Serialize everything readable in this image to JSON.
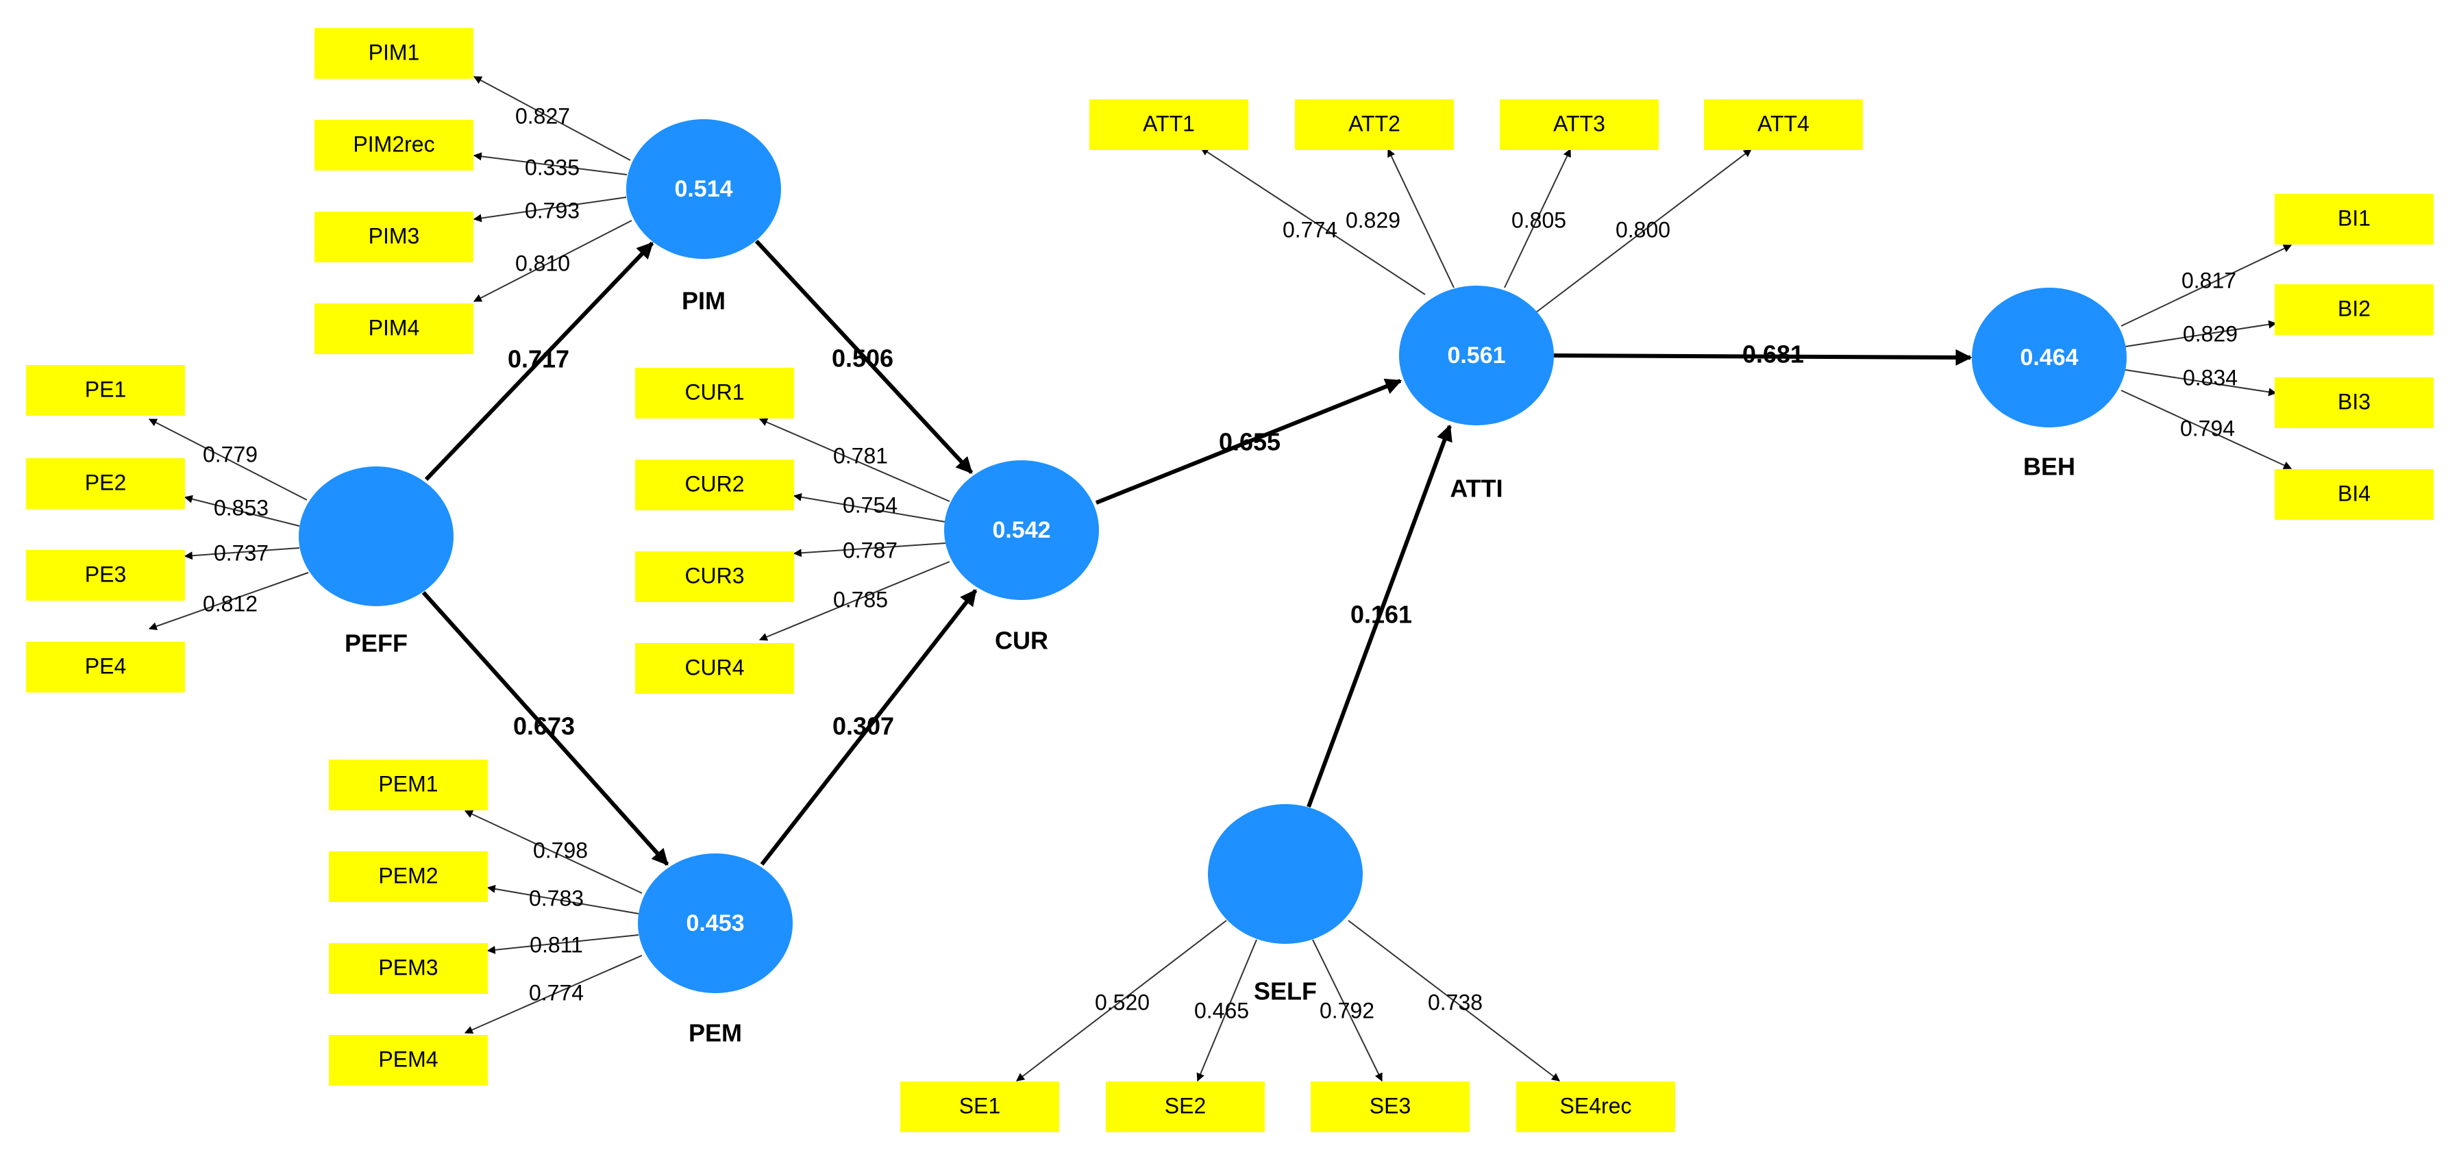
{
  "diagram": {
    "colors": {
      "construct": "#1e90ff",
      "indicator": "#ffff00",
      "path": "#000000",
      "loading": "#333333"
    },
    "constructs": [
      {
        "id": "PIM",
        "label": "PIM",
        "r2": "0.514"
      },
      {
        "id": "PEFF",
        "label": "PEFF",
        "r2": ""
      },
      {
        "id": "CUR",
        "label": "CUR",
        "r2": "0.542"
      },
      {
        "id": "PEM",
        "label": "PEM",
        "r2": "0.453"
      },
      {
        "id": "ATTI",
        "label": "ATTI",
        "r2": "0.561"
      },
      {
        "id": "SELF",
        "label": "SELF",
        "r2": ""
      },
      {
        "id": "BEH",
        "label": "BEH",
        "r2": "0.464"
      }
    ],
    "indicators": [
      {
        "id": "PIM1",
        "label": "PIM1",
        "construct": "PIM",
        "loading": "0.827"
      },
      {
        "id": "PIM2rec",
        "label": "PIM2rec",
        "construct": "PIM",
        "loading": "0.335"
      },
      {
        "id": "PIM3",
        "label": "PIM3",
        "construct": "PIM",
        "loading": "0.793"
      },
      {
        "id": "PIM4",
        "label": "PIM4",
        "construct": "PIM",
        "loading": "0.810"
      },
      {
        "id": "PE1",
        "label": "PE1",
        "construct": "PEFF",
        "loading": "0.779"
      },
      {
        "id": "PE2",
        "label": "PE2",
        "construct": "PEFF",
        "loading": "0.853"
      },
      {
        "id": "PE3",
        "label": "PE3",
        "construct": "PEFF",
        "loading": "0.737"
      },
      {
        "id": "PE4",
        "label": "PE4",
        "construct": "PEFF",
        "loading": "0.812"
      },
      {
        "id": "CUR1",
        "label": "CUR1",
        "construct": "CUR",
        "loading": "0.781"
      },
      {
        "id": "CUR2",
        "label": "CUR2",
        "construct": "CUR",
        "loading": "0.754"
      },
      {
        "id": "CUR3",
        "label": "CUR3",
        "construct": "CUR",
        "loading": "0.787"
      },
      {
        "id": "CUR4",
        "label": "CUR4",
        "construct": "CUR",
        "loading": "0.785"
      },
      {
        "id": "PEM1",
        "label": "PEM1",
        "construct": "PEM",
        "loading": "0.798"
      },
      {
        "id": "PEM2",
        "label": "PEM2",
        "construct": "PEM",
        "loading": "0.783"
      },
      {
        "id": "PEM3",
        "label": "PEM3",
        "construct": "PEM",
        "loading": "0.811"
      },
      {
        "id": "PEM4",
        "label": "PEM4",
        "construct": "PEM",
        "loading": "0.774"
      },
      {
        "id": "ATT1",
        "label": "ATT1",
        "construct": "ATTI",
        "loading": "0.774"
      },
      {
        "id": "ATT2",
        "label": "ATT2",
        "construct": "ATTI",
        "loading": "0.829"
      },
      {
        "id": "ATT3",
        "label": "ATT3",
        "construct": "ATTI",
        "loading": "0.805"
      },
      {
        "id": "ATT4",
        "label": "ATT4",
        "construct": "ATTI",
        "loading": "0.800"
      },
      {
        "id": "BI1",
        "label": "BI1",
        "construct": "BEH",
        "loading": "0.817"
      },
      {
        "id": "BI2",
        "label": "BI2",
        "construct": "BEH",
        "loading": "0.829"
      },
      {
        "id": "BI3",
        "label": "BI3",
        "construct": "BEH",
        "loading": "0.834"
      },
      {
        "id": "BI4",
        "label": "BI4",
        "construct": "BEH",
        "loading": "0.794"
      },
      {
        "id": "SE1",
        "label": "SE1",
        "construct": "SELF",
        "loading": "0.520"
      },
      {
        "id": "SE2",
        "label": "SE2",
        "construct": "SELF",
        "loading": "0.465"
      },
      {
        "id": "SE3",
        "label": "SE3",
        "construct": "SELF",
        "loading": "0.792"
      },
      {
        "id": "SE4rec",
        "label": "SE4rec",
        "construct": "SELF",
        "loading": "0.738"
      }
    ],
    "paths": [
      {
        "from": "PEFF",
        "to": "PIM",
        "coef": "0.717"
      },
      {
        "from": "PEFF",
        "to": "PEM",
        "coef": "0.673"
      },
      {
        "from": "PIM",
        "to": "CUR",
        "coef": "0.506"
      },
      {
        "from": "PEM",
        "to": "CUR",
        "coef": "0.307"
      },
      {
        "from": "CUR",
        "to": "ATTI",
        "coef": "0.655"
      },
      {
        "from": "SELF",
        "to": "ATTI",
        "coef": "0.161"
      },
      {
        "from": "ATTI",
        "to": "BEH",
        "coef": "0.681"
      }
    ]
  }
}
